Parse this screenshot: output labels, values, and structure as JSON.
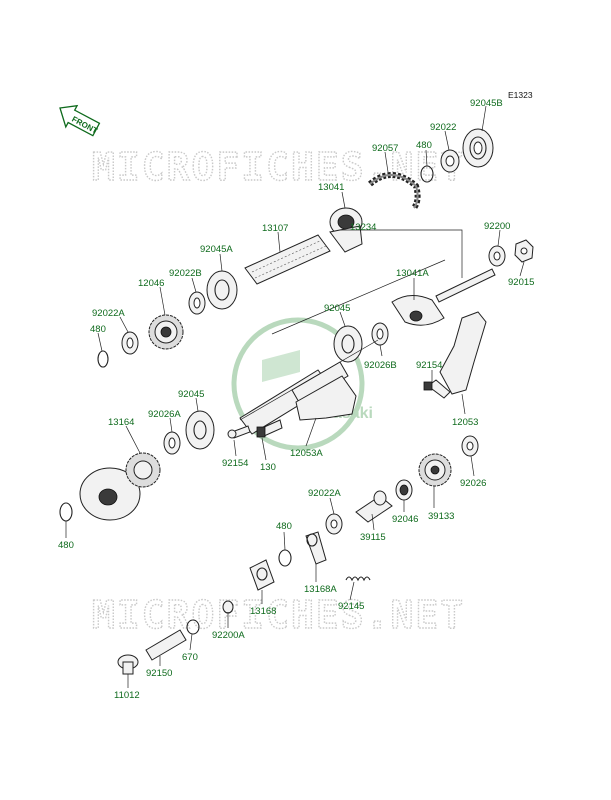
{
  "diagram_code": "E1323",
  "front_badge": "FRONT",
  "watermark_text": "MICROFICHES.NET",
  "logo_text": "Kawasaki",
  "brand_color": "#0e6a1c",
  "labels": {
    "p92045B": "92045B",
    "p92022_top": "92022",
    "p92057": "92057",
    "p480_top": "480",
    "p13041": "13041",
    "p13107": "13107",
    "p92045A": "92045A",
    "p92022B": "92022B",
    "p12046": "12046",
    "p92022A_l": "92022A",
    "p480_l": "480",
    "p13234": "13234",
    "p92200": "92200",
    "p92015": "92015",
    "p13041A": "13041A",
    "p92045_mid": "92045",
    "p92026B": "92026B",
    "p92154_r": "92154",
    "p12053": "12053",
    "p92045_l": "92045",
    "p92026A": "92026A",
    "p13164": "13164",
    "p92154_b": "92154",
    "p130": "130",
    "p12053A": "12053A",
    "p92022A_b": "92022A",
    "p92026": "92026",
    "p92046": "92046",
    "p39133": "39133",
    "p39115": "39115",
    "p480_b": "480",
    "p480_bl": "480",
    "p13168A": "13168A",
    "p92145": "92145",
    "p13168": "13168",
    "p92200A": "92200A",
    "p670": "670",
    "p92150": "92150",
    "p11012": "11012"
  }
}
